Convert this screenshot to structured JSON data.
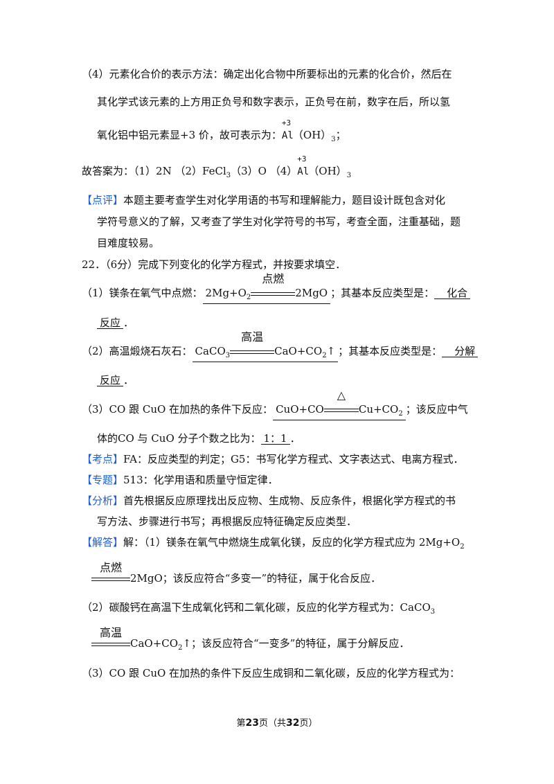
{
  "p4": {
    "l1": "（4）元素化合价的表示方法：确定出化合物中所要标出的元素的化合价，然后在",
    "l2": "其化学式该元素的上方用正负号和数字表示，正负号在前，数字在后，所以氢",
    "l3a": "氧化铝中铝元素显+3 价，故可表示为：",
    "l3_charge": "+3",
    "l3_el": "Al",
    "l3b": "（OH）",
    "l3_sub": "3",
    "l3c": "；"
  },
  "answer": {
    "lead": "故答案为：（1）2N （2）FeCl",
    "sub3": "3",
    "mid": "（3）O （4）",
    "charge": "+3",
    "el": "Al",
    "tail": "（OH）",
    "tail_sub": "3"
  },
  "comment": {
    "tag": "【点评】",
    "l1": "本题主要考查学生对化学用语的书写和理解能力，题目设计既包含对化",
    "l2": "学符号意义的了解，又考查了学生对化学符号的书写，考查全面，注重基础，题",
    "l3": "目难度较易。"
  },
  "q22": {
    "title": "22．（6分）完成下列变化的化学方程式，并按要求填空．",
    "s1_pre": "（1）镁条在氧气中点燃：",
    "s1_lhs": "2Mg+O",
    "s1_lhs_sub": "2",
    "s1_cond": "点燃",
    "s1_rhs": "2MgO",
    "s1_mid": "；其基本反应类型是：",
    "s1_type1": "化合",
    "s1_type2": "反应",
    "s2_pre": "（2）高温煅烧石灰石：",
    "s2_lhs": "CaCO",
    "s2_lhs_sub": "3",
    "s2_cond": "高温",
    "s2_rhs": "CaO+CO",
    "s2_rhs_sub": "2",
    "s2_arrow": "↑",
    "s2_mid": "；其基本反应类型是：",
    "s2_type1": "分解",
    "s2_type2": "反应",
    "s3_pre": "（3）CO 跟 CuO 在加热的条件下反应：",
    "s3_lhs": "CuO+CO",
    "s3_cond": "△",
    "s3_rhs": "Cu+CO",
    "s3_rhs_sub": "2",
    "s3_mid": "；该反应中气",
    "s3_l2": "体的CO 与 CuO 分子个数之比为：",
    "s3_ratio": "1：1",
    "dot": "．"
  },
  "kaodian": {
    "tag": "【考点】",
    "text": "FA：反应类型的判定；G5：书写化学方程式、文字表达式、电离方程式．"
  },
  "zhuanti": {
    "tag": "【专题】",
    "text": "513：化学用语和质量守恒定律．"
  },
  "fenxi": {
    "tag": "【分析】",
    "l1": "首先根据反应原理找出反应物、生成物、反应条件，根据化学方程式的书",
    "l2": "写方法、步骤进行书写；再根据反应特征确定反应类型．"
  },
  "jieda": {
    "tag": "【解答】",
    "l1": "解：（1）镁条在氧气中燃烧生成氧化镁，反应的化学方程式应为 2Mg+O",
    "l1_sub": "2",
    "l2_cond": "点燃",
    "l2": "2MgO；该反应符合“多变一”的特征，属于化合反应．",
    "l3": "（2）碳酸钙在高温下生成氧化钙和二氧化碳，反应的化学方程式为：CaCO",
    "l3_sub": "3",
    "l4_cond": "高温",
    "l4a": "CaO+CO",
    "l4_sub": "2",
    "l4b": "↑；该反应符合“一变多”的特征，属于分解反应．",
    "l5": "（3）CO 跟 CuO 在加热的条件下反应生成铜和二氧化碳，反应的化学方程式为："
  },
  "footer": {
    "pre": "第",
    "page": "23",
    "mid": "页（共",
    "total": "32",
    "post": "页）"
  }
}
